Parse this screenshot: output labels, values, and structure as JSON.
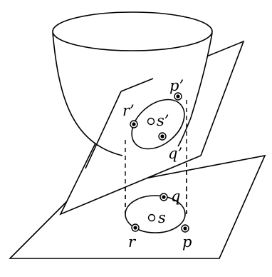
{
  "colors": {
    "stroke": "#000000",
    "background": "#ffffff"
  },
  "labels": {
    "p_prime": "p’",
    "q_prime": "q’",
    "r_prime": "r’",
    "s_prime": "s’",
    "p": "p",
    "q": "q",
    "r": "r",
    "s": "s"
  }
}
